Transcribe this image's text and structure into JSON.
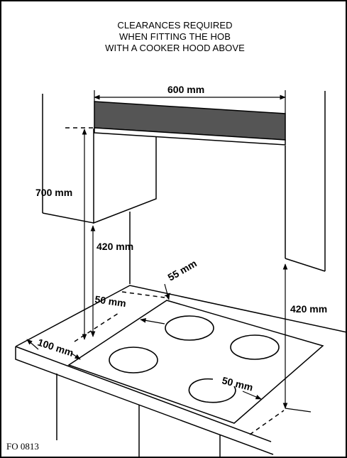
{
  "title": {
    "line1": "CLEARANCES REQUIRED",
    "line2": "WHEN FITTING THE HOB",
    "line3": "WITH A COOKER HOOD ABOVE"
  },
  "dimensions": {
    "hood_width": "600 mm",
    "cabinet_height": "700 mm",
    "left_hood_clearance": "420 mm",
    "right_hood_clearance": "420 mm",
    "rear_clearance": "55 mm",
    "left_burner_clearance": "50 mm",
    "front_edge_clearance": "100 mm",
    "right_burner_clearance": "50 mm"
  },
  "figure_ref": "FO 0813"
}
